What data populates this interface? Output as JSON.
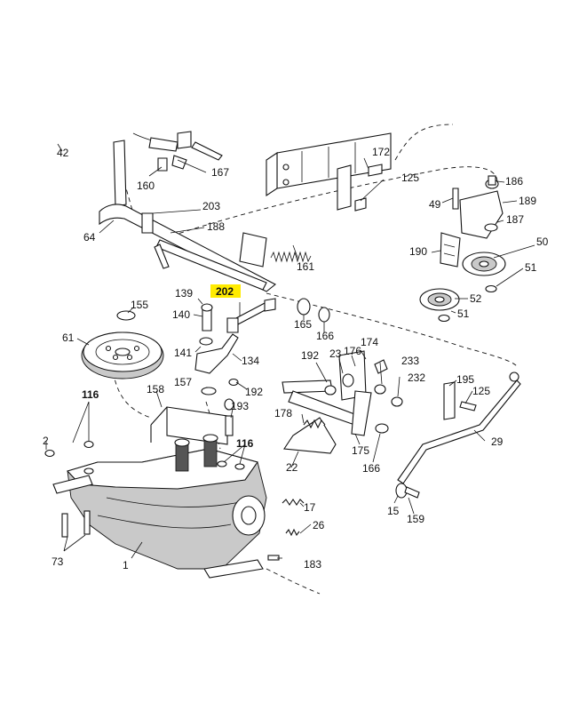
{
  "highlight_color": "#ffeb00",
  "highlighted_part": "202",
  "callouts": {
    "p42": "42",
    "p167": "167",
    "p160": "160",
    "p203": "203",
    "p64": "64",
    "p188": "188",
    "p172": "172",
    "p125a": "125",
    "p186": "186",
    "p49": "49",
    "p189": "189",
    "p187": "187",
    "p50": "50",
    "p161": "161",
    "p190": "190",
    "p51a": "51",
    "p52": "52",
    "p51b": "51",
    "p139": "139",
    "p202": "202",
    "p155": "155",
    "p140": "140",
    "p165": "165",
    "p166a": "166",
    "p61": "61",
    "p141": "141",
    "p134": "134",
    "p174": "174",
    "p192a": "192",
    "p23": "23",
    "p176": "176",
    "p233": "233",
    "p157": "157",
    "p192b": "192",
    "p232": "232",
    "p195": "195",
    "p125b": "125",
    "p116a": "116",
    "p158": "158",
    "p193": "193",
    "p178": "178",
    "p29": "29",
    "p2": "2",
    "p116b": "116",
    "p175": "175",
    "p22": "22",
    "p166b": "166",
    "p15": "15",
    "p159": "159",
    "p17": "17",
    "p26": "26",
    "p73": "73",
    "p1": "1",
    "p183": "183"
  }
}
